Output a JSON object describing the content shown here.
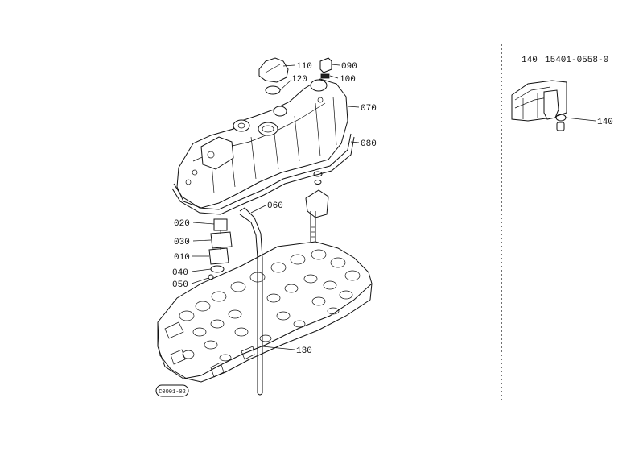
{
  "inset": {
    "ref": "140",
    "part_number": "15401-0558-0"
  },
  "badge": "C0001-02",
  "callouts": {
    "c110": "110",
    "c090": "090",
    "c120": "120",
    "c100": "100",
    "c070": "070",
    "c080": "080",
    "c060": "060",
    "c020": "020",
    "c030": "030",
    "c010": "010",
    "c040": "040",
    "c050": "050",
    "c130": "130",
    "c140": "140"
  }
}
